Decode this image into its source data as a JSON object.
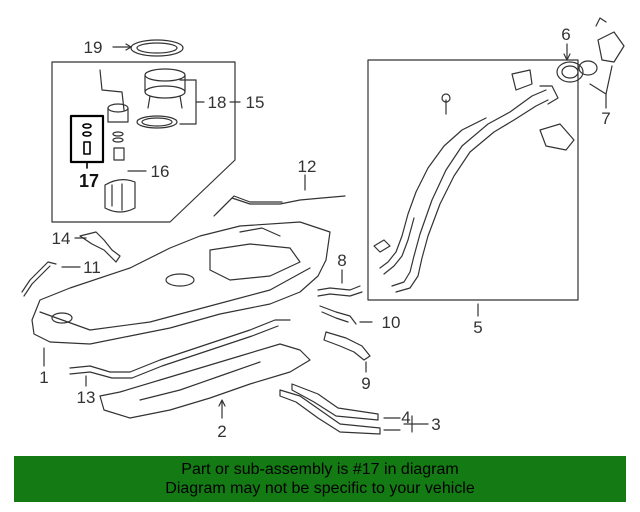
{
  "callouts": {
    "c1": "1",
    "c2": "2",
    "c3": "3",
    "c4": "4",
    "c5": "5",
    "c6": "6",
    "c7": "7",
    "c8": "8",
    "c9": "9",
    "c10": "10",
    "c11": "11",
    "c12": "12",
    "c13": "13",
    "c14": "14",
    "c15": "15",
    "c16": "16",
    "c17": "17",
    "c18": "18",
    "c19": "19"
  },
  "highlighted_part": "17",
  "colors": {
    "banner": "#147a14",
    "line": "#333333",
    "background": "#ffffff"
  },
  "banner": {
    "line1": "Part or sub-assembly is #17 in diagram",
    "line2": "Diagram may not be specific to your vehicle"
  }
}
